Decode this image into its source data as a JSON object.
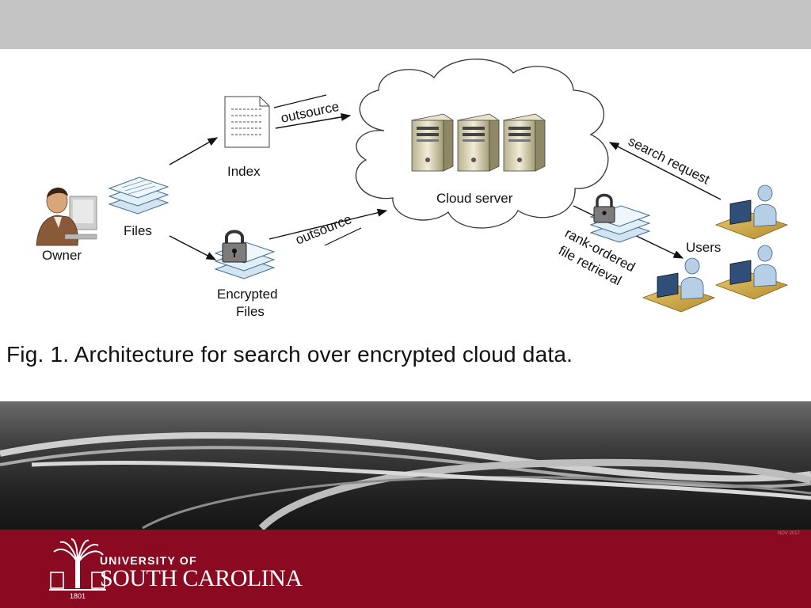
{
  "diagram": {
    "nodes": {
      "owner": "Owner",
      "files": "Files",
      "index": "Index",
      "encrypted_files_line1": "Encrypted",
      "encrypted_files_line2": "Files",
      "cloud_server": "Cloud server",
      "users": "Users"
    },
    "edges": {
      "outsource_index": "outsource",
      "outsource_files": "outsource",
      "search_request": "search request",
      "retrieval_line1": "rank-ordered",
      "retrieval_line2": "file retrieval"
    },
    "caption": "Fig. 1. Architecture for search over encrypted cloud data."
  },
  "footer": {
    "university_line1": "UNIVERSITY OF",
    "university_line2": "SOUTH CAROLINA",
    "seal_year": "1801",
    "corner_mark": "NOV 2017"
  },
  "colors": {
    "top_bar": "#c3c3c3",
    "footer": "#8a0a22",
    "band_dark": "#202020"
  }
}
